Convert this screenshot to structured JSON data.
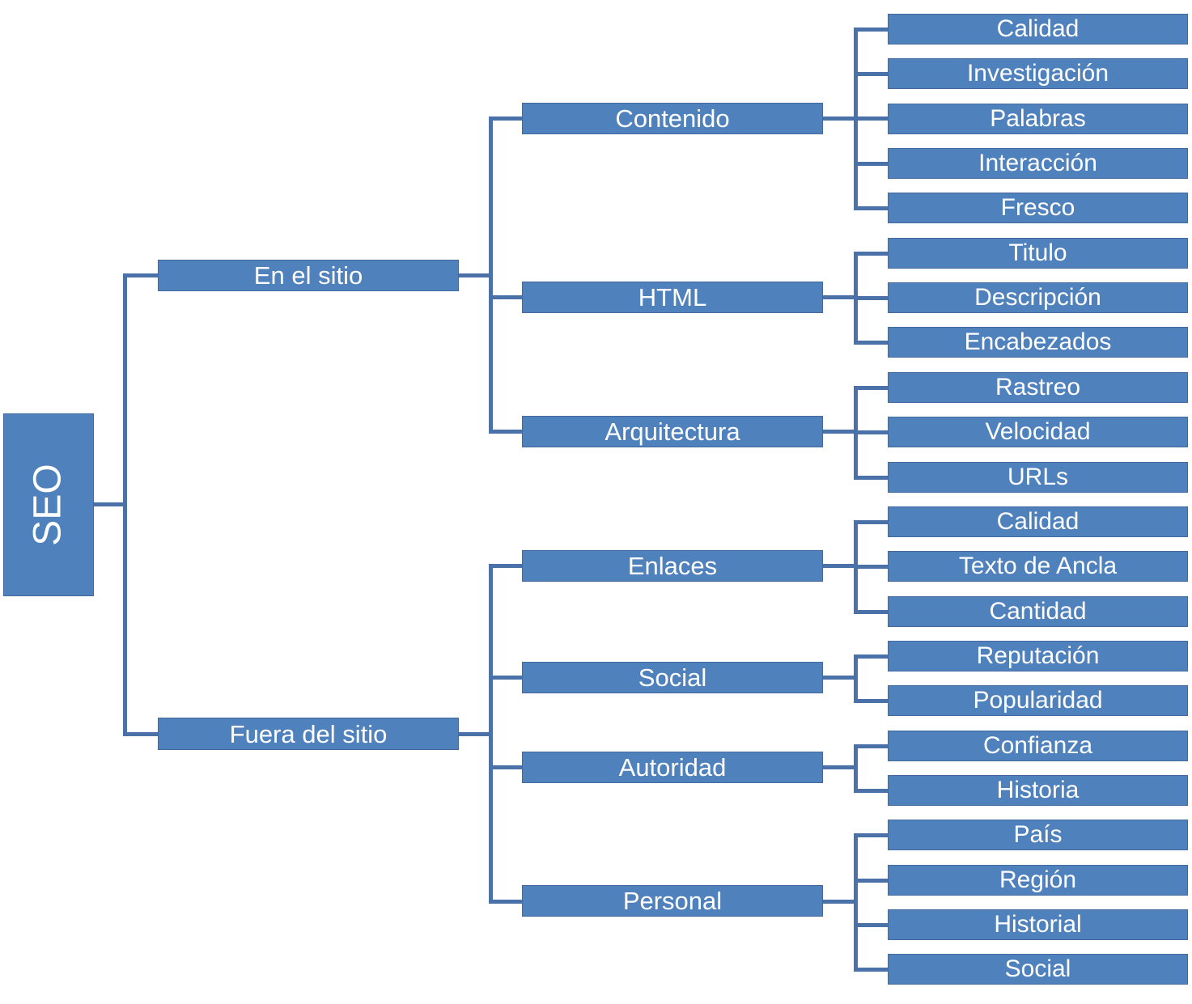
{
  "diagram_title": "SEO",
  "colors": {
    "box_fill": "#4f81bd",
    "box_border": "#44699e",
    "line": "#4a72a8",
    "text": "#ffffff",
    "background": "#ffffff"
  },
  "tree": {
    "root": {
      "label": "SEO"
    },
    "branches": [
      {
        "label": "En el sitio",
        "children": [
          {
            "label": "Contenido",
            "children": [
              "Calidad",
              "Investigación",
              "Palabras",
              "Interacción",
              "Fresco"
            ]
          },
          {
            "label": "HTML",
            "children": [
              "Titulo",
              "Descripción",
              "Encabezados"
            ]
          },
          {
            "label": "Arquitectura",
            "children": [
              "Rastreo",
              "Velocidad",
              "URLs"
            ]
          }
        ]
      },
      {
        "label": "Fuera del sitio",
        "children": [
          {
            "label": "Enlaces",
            "children": [
              "Calidad",
              "Texto de Ancla",
              "Cantidad"
            ]
          },
          {
            "label": "Social",
            "children": [
              "Reputación",
              "Popularidad"
            ]
          },
          {
            "label": "Autoridad",
            "children": [
              "Confianza",
              "Historia"
            ]
          },
          {
            "label": "Personal",
            "children": [
              "País",
              "Región",
              "Historial",
              "Social"
            ]
          }
        ]
      }
    ]
  }
}
